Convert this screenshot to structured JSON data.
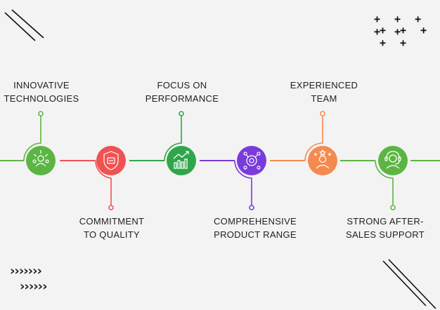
{
  "steps": [
    {
      "id": "innovative",
      "label": "INNOVATIVE\nTECHNOLOGIES",
      "color": "#5cb543",
      "icon": "people-network-icon"
    },
    {
      "id": "quality",
      "label": "COMMITMENT\nTO QUALITY",
      "color": "#f05252",
      "icon": "quality-shield-icon"
    },
    {
      "id": "performance",
      "label": "FOCUS ON\nPERFORMANCE",
      "color": "#2fa64a",
      "icon": "performance-chart-icon"
    },
    {
      "id": "range",
      "label": "COMPREHENSIVE\nPRODUCT RANGE",
      "color": "#7a3bdc",
      "icon": "product-gear-icon"
    },
    {
      "id": "team",
      "label": "EXPERIENCED\nTEAM",
      "color": "#f58a4e",
      "icon": "team-star-icon"
    },
    {
      "id": "support",
      "label": "STRONG AFTER-\nSALES SUPPORT",
      "color": "#5cb543",
      "icon": "support-headset-icon"
    }
  ],
  "decor": {
    "plus_row_1": "+ + + + +",
    "plus_row_2": "+ + + + +",
    "chevron_row_1": "›››››››",
    "chevron_row_2": "››››››"
  }
}
